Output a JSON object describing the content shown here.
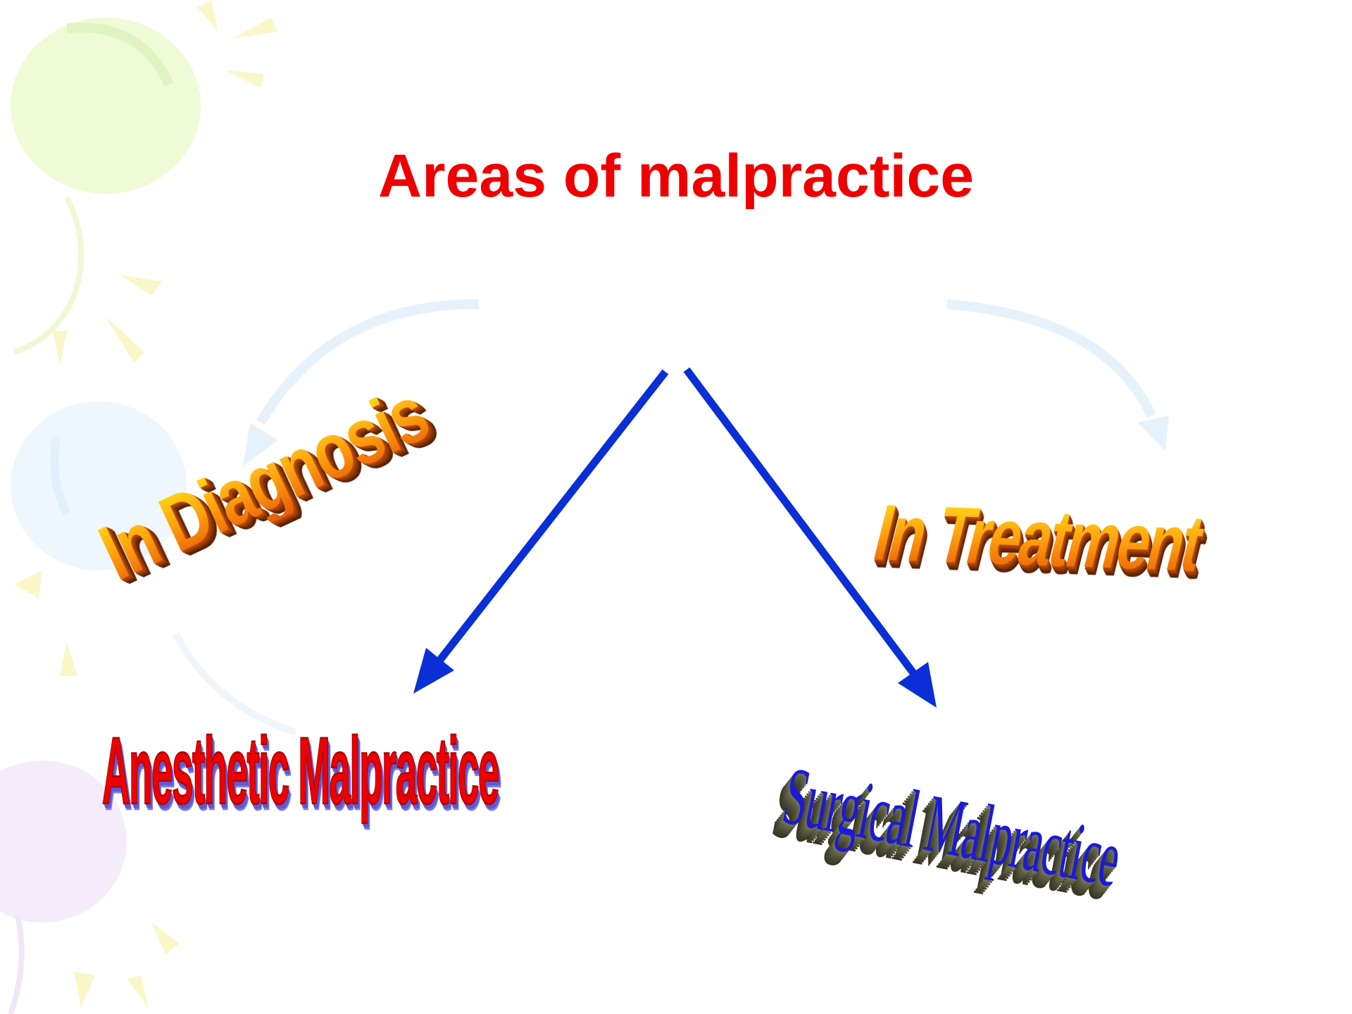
{
  "slide": {
    "title": "Areas of malpractice",
    "items": {
      "diagnosis": "In Diagnosis",
      "treatment": "In Treatment",
      "anesthetic": "Anesthetic Malpractice",
      "surgical": "Surgical Malpractice"
    }
  },
  "colors": {
    "title": "#ee0000",
    "arrows": "#0a2fd6",
    "anesthetic_text": "#ee0000",
    "surgical_text": "#1a1ad8",
    "wordart_orange_top": "#ffe11a",
    "wordart_orange_bottom": "#e85a05"
  },
  "decorations": {
    "background_motif": "pastel balloons with sun rays",
    "arrow_icon": "arrow-down-icon"
  }
}
